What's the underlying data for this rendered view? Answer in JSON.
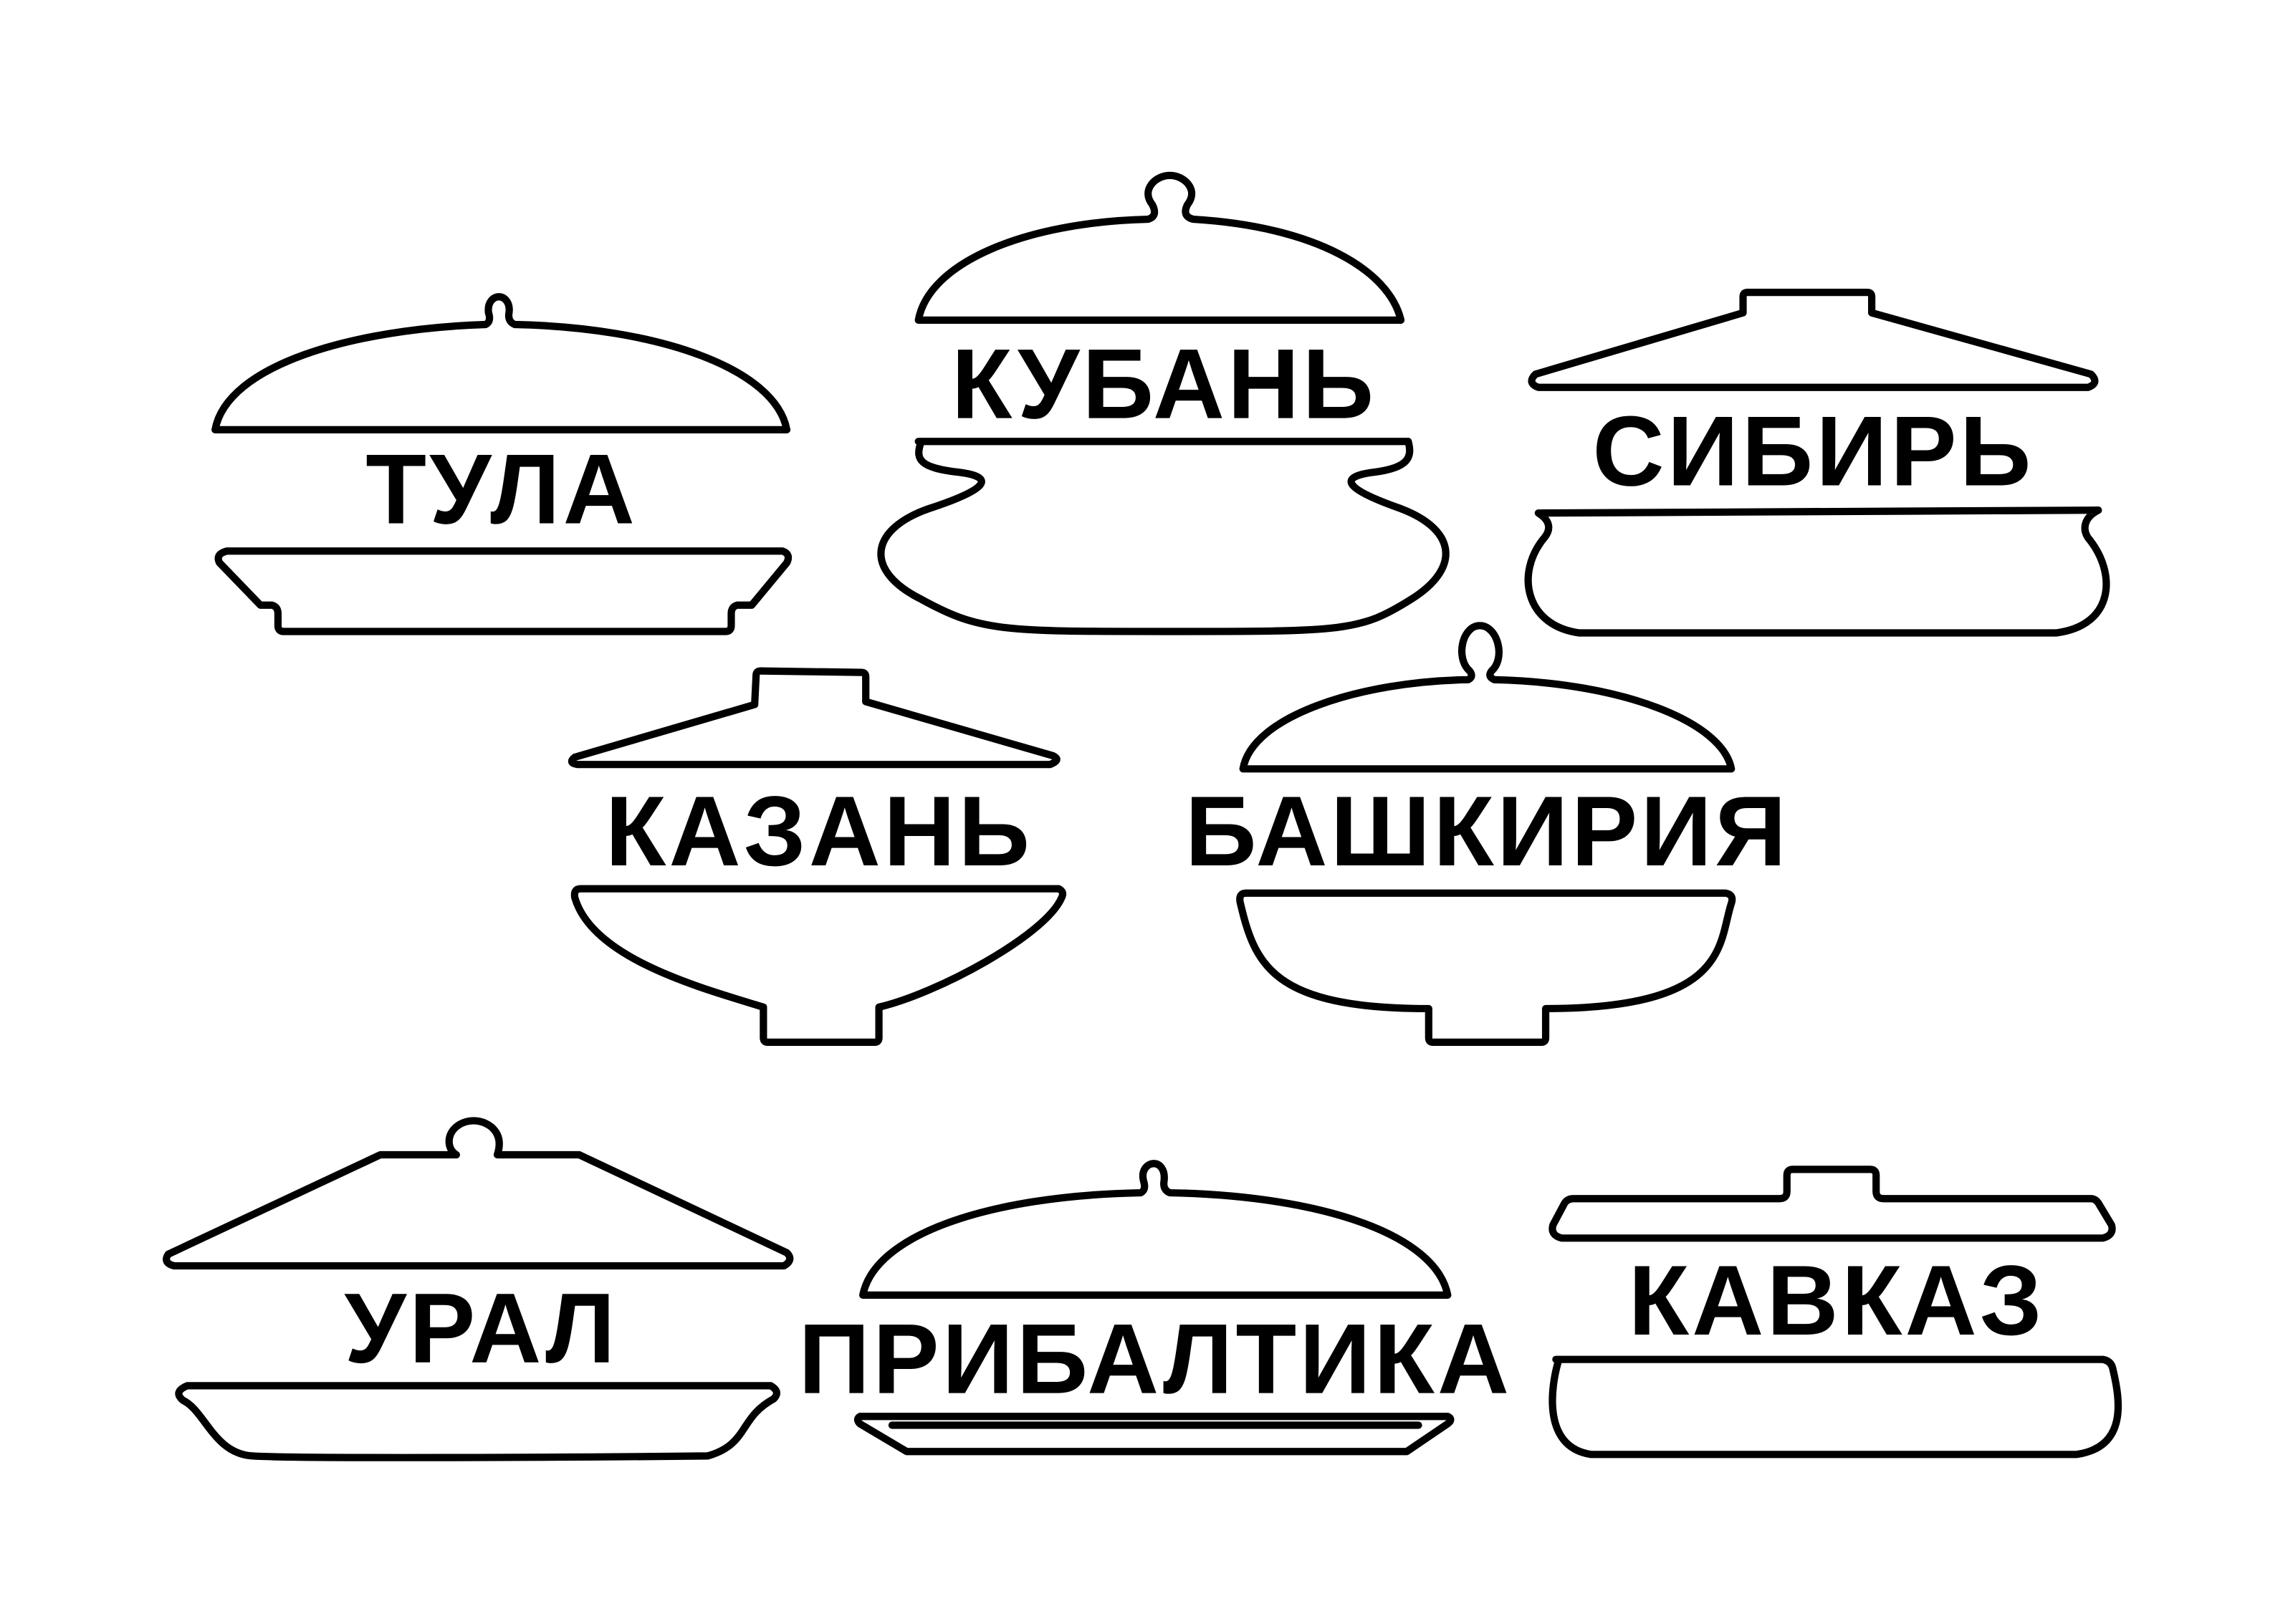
{
  "colors": {
    "stroke": "#000000",
    "background": "#ffffff"
  },
  "labels": {
    "tula": "ТУЛА",
    "kuban": "КУБАНЬ",
    "sibir": "СИБИРЬ",
    "kazan": "КАЗАНЬ",
    "bashkiriya": "БАШКИРИЯ",
    "ural": "УРАЛ",
    "pribaltika": "ПРИБАЛТИКА",
    "kavkaz": "КАВКАЗ"
  }
}
